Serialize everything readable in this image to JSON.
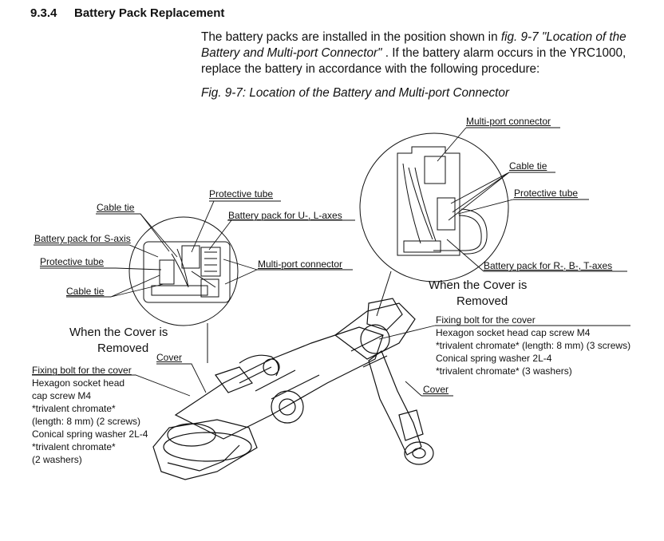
{
  "section": {
    "number": "9.3.4",
    "title": "Battery Pack Replacement"
  },
  "intro": {
    "part1": "The battery packs are installed in the position shown in ",
    "ref": "fig. 9-7  \"Location of the Battery and Multi-port Connector\"",
    "part2": " .  If the battery alarm occurs in the YRC1000, replace the battery in accordance with the following procedure:"
  },
  "figure_caption": "Fig. 9-7: Location of the Battery and Multi-port Connector",
  "left_detail": {
    "cable_tie_top": "Cable tie",
    "protective_tube_top": "Protective tube",
    "battery_u_l": "Battery pack for U-, L-axes",
    "battery_s": "Battery pack for S-axis",
    "protective_tube_left": "Protective tube",
    "multi_port": "Multi-port connector",
    "cable_tie_bottom": "Cable tie",
    "cover_removed_line1": "When the Cover is",
    "cover_removed_line2": "Removed",
    "cover": "Cover"
  },
  "right_detail": {
    "multi_port": "Multi-port connector",
    "cable_tie": "Cable tie",
    "protective_tube": "Protective tube",
    "battery_r_b_t": "Battery pack for R-, B-, T-axes",
    "cover_removed_line1": "When the Cover is",
    "cover_removed_line2": "Removed",
    "cover": "Cover"
  },
  "left_note": {
    "title": "Fixing bolt for the cover",
    "lines": [
      "Hexagon socket head",
      "cap screw M4",
      "*trivalent chromate*",
      "(length: 8 mm) (2 screws)",
      "Conical spring washer 2L-4",
      "*trivalent chromate*",
      "(2 washers)"
    ]
  },
  "right_note": {
    "title": "Fixing bolt for the cover",
    "lines": [
      "Hexagon socket head cap screw M4",
      "*trivalent chromate* (length: 8 mm) (3 screws)",
      "Conical spring washer 2L-4",
      "*trivalent chromate* (3 washers)"
    ]
  }
}
